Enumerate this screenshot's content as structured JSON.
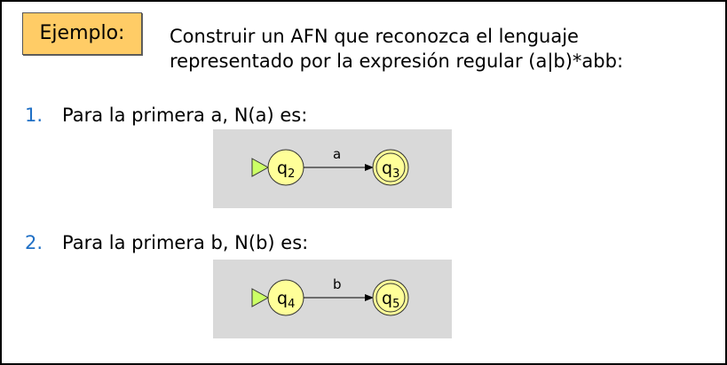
{
  "example_label": "Ejemplo:",
  "intro": {
    "line1": "Construir un AFN que reconozca el lenguaje",
    "line2": "representado por la expresión regular (a|b)*abb:"
  },
  "steps": [
    {
      "number": "1.",
      "text": "Para la primera a, N(a) es:",
      "automaton": {
        "start_state": "q",
        "start_sub": "2",
        "final_state": "q",
        "final_sub": "3",
        "transition_label": "a"
      }
    },
    {
      "number": "2.",
      "text": "Para la primera b, N(b) es:",
      "automaton": {
        "start_state": "q",
        "start_sub": "4",
        "final_state": "q",
        "final_sub": "5",
        "transition_label": "b"
      }
    }
  ],
  "colors": {
    "state_fill": "#ffff99",
    "start_arrow": "#ccff66",
    "label_box": "#ffcc66",
    "number": "#1f6fc5",
    "diagram_bg": "#d9d9d9"
  }
}
